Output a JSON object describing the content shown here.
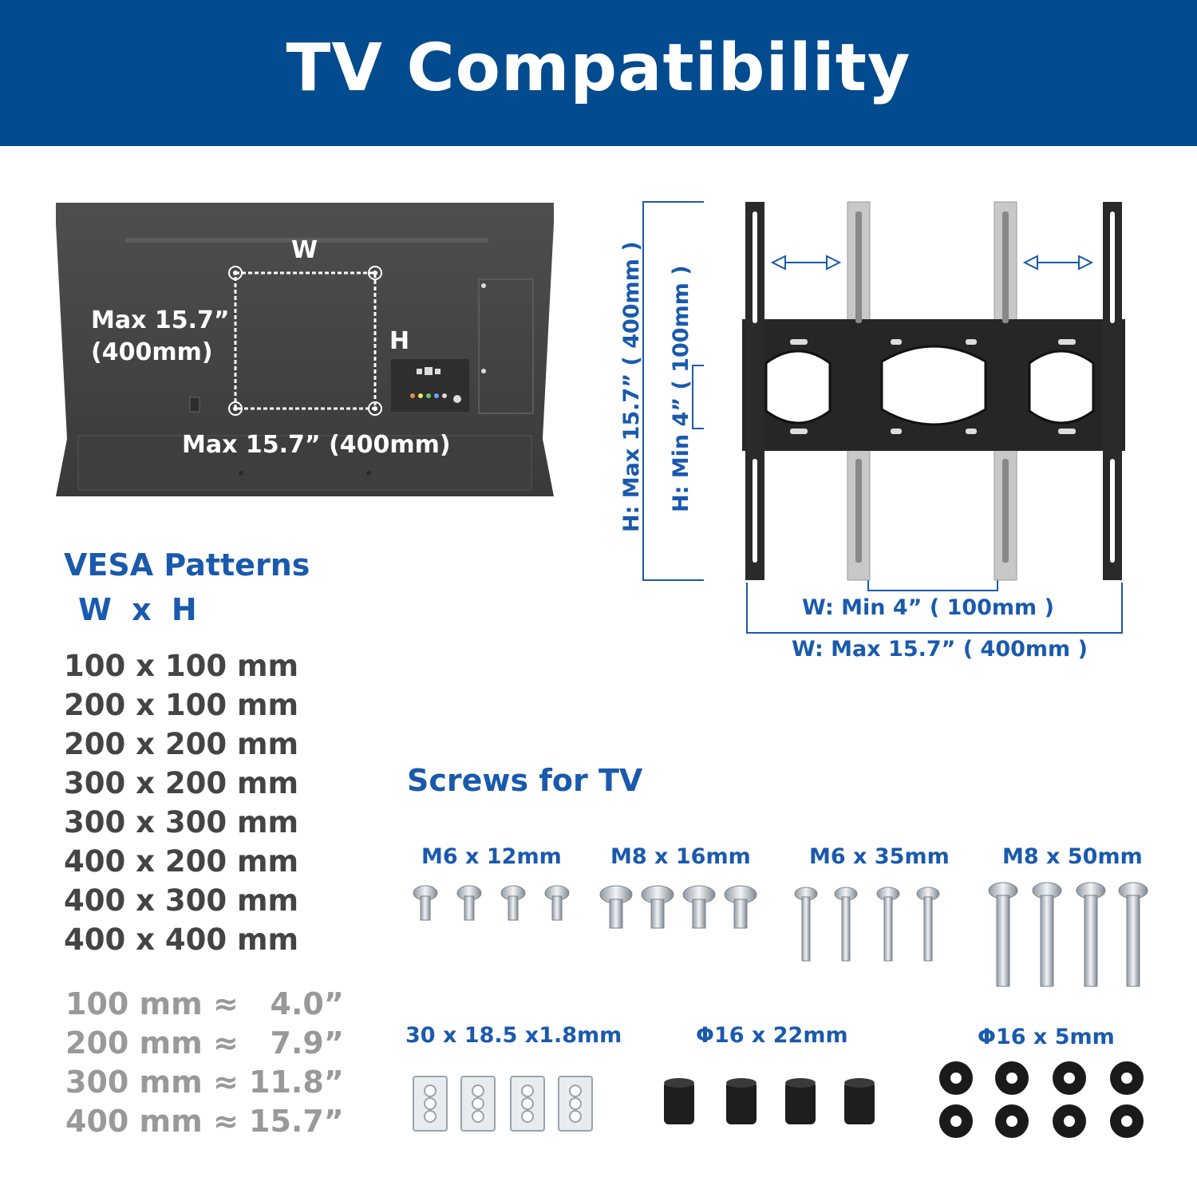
{
  "header": {
    "title": "TV  Compatibility"
  },
  "tv_back": {
    "w_label": "W",
    "h_label": "H",
    "max_h_line1": "Max 15.7”",
    "max_h_line2": "(400mm)",
    "max_w": "Max 15.7”  (400mm)"
  },
  "mount": {
    "h_max": "H:  Max  15.7” ( 400mm )",
    "h_min": "H:  Min  4” ( 100mm )",
    "w_min": "W:  Min  4” ( 100mm )",
    "w_max": "W:  Max  15.7” ( 400mm )"
  },
  "vesa": {
    "title": "VESA Patterns",
    "wxh": "W  x  H",
    "patterns": [
      "100 x 100 mm",
      "200 x 100 mm",
      "200 x 200 mm",
      "300 x 200 mm",
      "300 x 300 mm",
      "400 x 200 mm",
      "400 x 300 mm",
      "400 x 400 mm"
    ],
    "conversions": [
      "100 mm ≈   4.0”",
      "200 mm ≈   7.9”",
      "300 mm ≈ 11.8”",
      "400 mm ≈ 15.7”"
    ]
  },
  "screws": {
    "title": "Screws for TV",
    "labels": [
      "M6 x 12mm",
      "M8 x 16mm",
      "M6 x 35mm",
      "M8 x 50mm",
      "30 x 18.5 x1.8mm",
      "Φ16 x 22mm",
      "Φ16 x 5mm"
    ]
  },
  "colors": {
    "banner": "#034b8f",
    "accent": "#1a5aad",
    "text_dark": "#444444",
    "text_grey": "#999999"
  }
}
